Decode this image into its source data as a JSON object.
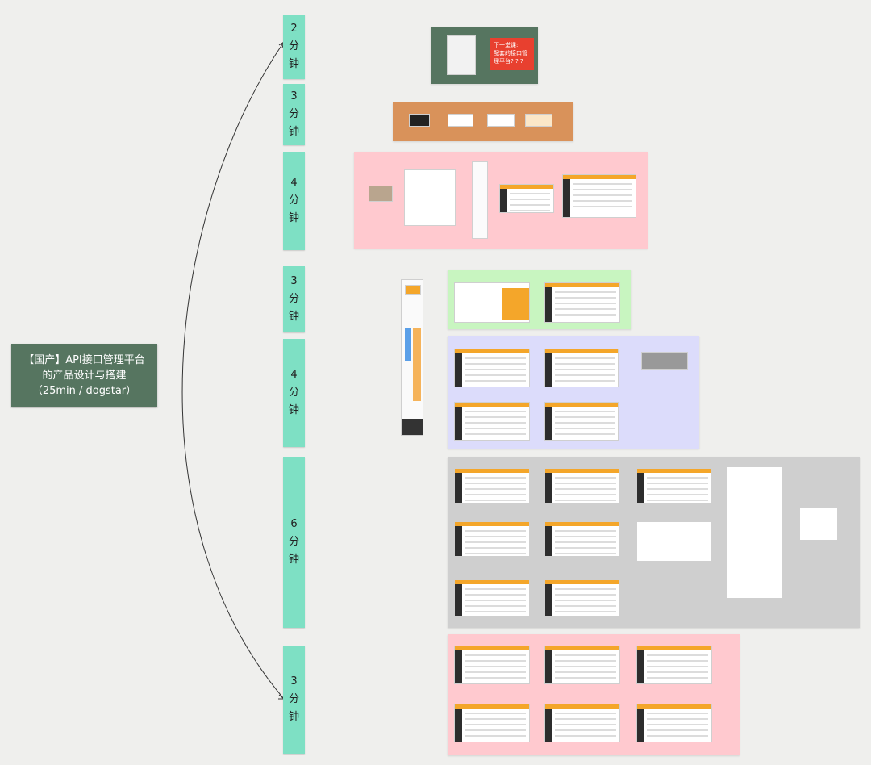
{
  "root": {
    "title": "【国产】API接口管理平台\n的产品设计与搭建\n（25min / dogstar）"
  },
  "time_nodes": [
    {
      "id": "t1",
      "minutes": "2",
      "unit_a": "分",
      "unit_b": "钟"
    },
    {
      "id": "t2",
      "minutes": "3",
      "unit_a": "分",
      "unit_b": "钟"
    },
    {
      "id": "t3",
      "minutes": "4",
      "unit_a": "分",
      "unit_b": "钟"
    },
    {
      "id": "t4",
      "minutes": "3",
      "unit_a": "分",
      "unit_b": "钟"
    },
    {
      "id": "t5",
      "minutes": "4",
      "unit_a": "分",
      "unit_b": "钟"
    },
    {
      "id": "t6",
      "minutes": "6",
      "unit_a": "分",
      "unit_b": "钟"
    },
    {
      "id": "t7",
      "minutes": "3",
      "unit_a": "分",
      "unit_b": "钟"
    }
  ],
  "section1": {
    "note": "下一堂课:\n配套的接口管\n理平台? ? ?"
  },
  "colors": {
    "root_bg": "#567560",
    "time_bg": "#7ee0c4",
    "s1_bg": "#567560",
    "s2_bg": "#d9925a",
    "s3_bg": "#ffc9cf",
    "s4_bg": "#c8f5c0",
    "s5_bg": "#dcdcfb",
    "s6_bg": "#cfcfcf",
    "s7_bg": "#ffc9cf",
    "accent": "#f4a62a",
    "note_red": "#e8402f"
  }
}
